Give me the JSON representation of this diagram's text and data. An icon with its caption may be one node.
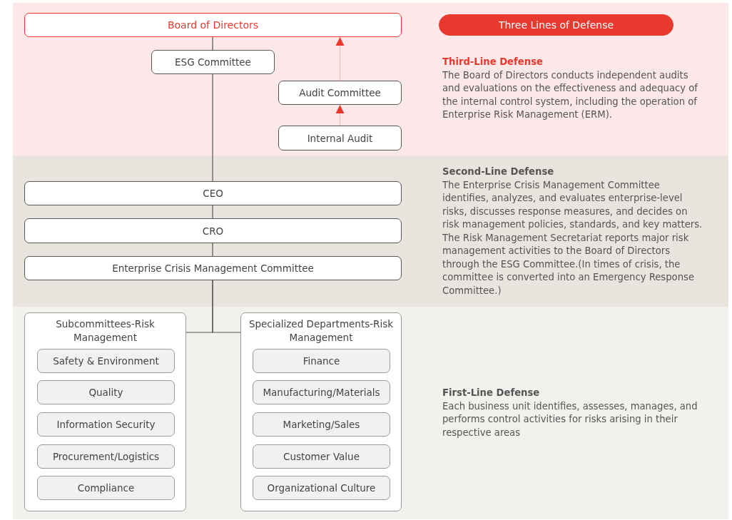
{
  "diagram": {
    "nodes": [
      {
        "text": [
          "Third-Line Defense",
          "The Board of Directors conducts independent audits and evaluations on the effectiveness and adequacy of the internal control system, including the operation of Enterprise Risk Management (ERM)."
        ]
      },
      {
        "text": [
          "Board of Directors"
        ],
        "in": 0
      },
      {
        "text": [
          "Three Lines of Defense"
        ],
        "in": 0
      },
      {
        "text": [
          "ESG Committee"
        ],
        "in": 0
      },
      {
        "text": [
          "Audit Committee"
        ],
        "in": 0
      },
      {
        "text": [
          "Internal Audit"
        ],
        "in": 0
      },
      {
        "text": [
          "Second-Line Defense",
          "The Enterprise Crisis Management Committee identifies, analyzes, and evaluates enterprise-level risks, discusses response measures, and decides on risk management policies, standards, and key matters. The Risk Management Secretariat reports major risk management activities to the Board of Directors through the ESG Committee.(In times of crisis, the committee is converted into an Emergency Response Committee.)"
        ]
      },
      {
        "text": [
          "CEO"
        ],
        "in": 6
      },
      {
        "text": [
          "CRO"
        ],
        "in": 6
      },
      {
        "text": [
          "Enterprise Crisis Management Committee"
        ],
        "in": 6
      },
      {
        "text": [
          "First-Line Defense",
          "Each business unit identifies, assesses, manages, and performs control activities for risks arising in their respective areas"
        ]
      },
      {
        "text": [
          "Subcommittees-Risk Management"
        ],
        "in": 10
      },
      {
        "text": [
          "Safety & Environment"
        ],
        "in": 11
      },
      {
        "text": [
          "Quality"
        ],
        "in": 11
      },
      {
        "text": [
          "Information Security"
        ],
        "in": 11
      },
      {
        "text": [
          "Procurement/Logistics"
        ],
        "in": 11
      },
      {
        "text": [
          "Compliance"
        ],
        "in": 11
      },
      {
        "text": [
          "Specialized Departments-Risk Management"
        ],
        "in": 10
      },
      {
        "text": [
          "Finance"
        ],
        "in": 17
      },
      {
        "text": [
          "Manufacturing/Materials"
        ],
        "in": 17
      },
      {
        "text": [
          "Marketing/Sales"
        ],
        "in": 17
      },
      {
        "text": [
          "Customer Value"
        ],
        "in": 17
      },
      {
        "text": [
          "Organizational Culture"
        ],
        "in": 17
      }
    ],
    "edges": [
      {
        "from": 1,
        "to": 3,
        "arrow": "none"
      },
      {
        "from": 3,
        "to": 7,
        "arrow": "none"
      },
      {
        "from": 7,
        "to": 8,
        "arrow": "none"
      },
      {
        "from": 8,
        "to": 9,
        "arrow": "none"
      },
      {
        "from": 9,
        "to": 11,
        "arrow": "none"
      },
      {
        "from": 9,
        "to": 17,
        "arrow": "none"
      },
      {
        "from": 5,
        "to": 4,
        "arrow": "to",
        "color": "#e8392f"
      },
      {
        "from": 4,
        "to": 1,
        "arrow": "to",
        "color": "#e8392f"
      }
    ]
  }
}
